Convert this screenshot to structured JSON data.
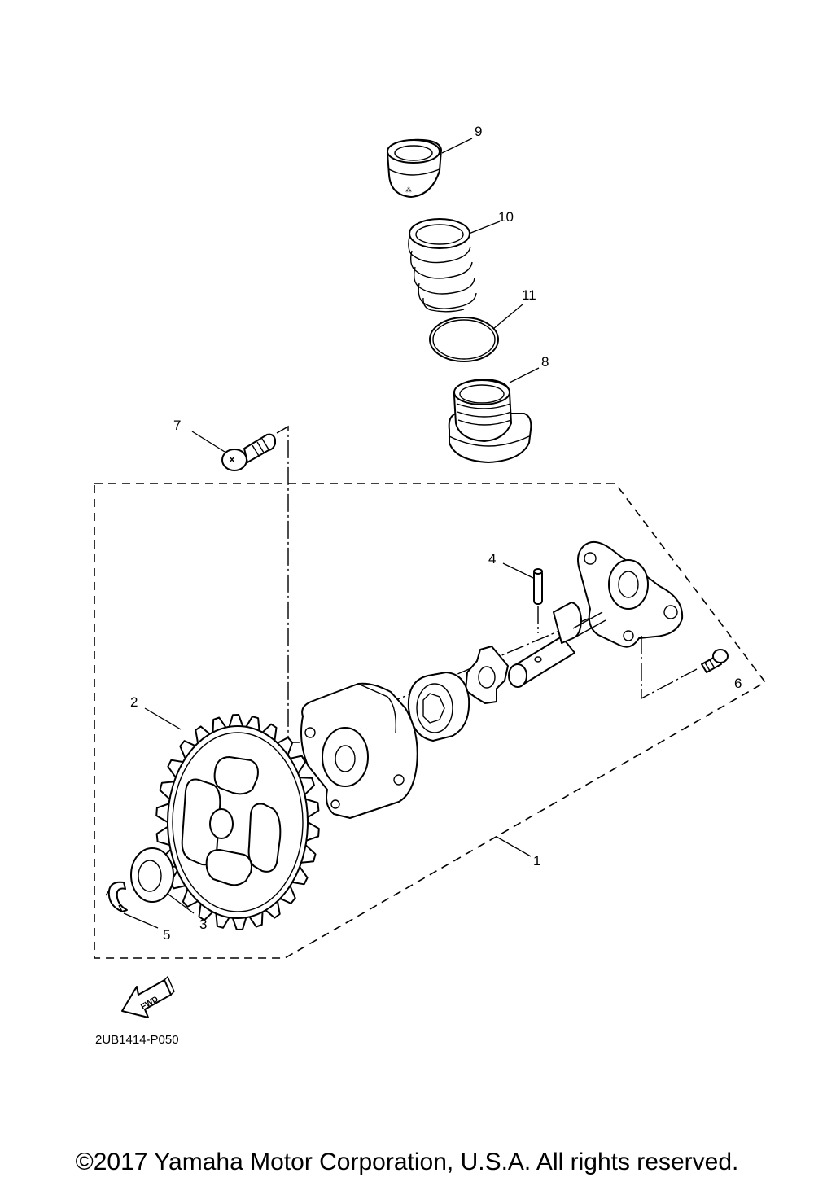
{
  "callouts": [
    {
      "id": "1",
      "label": "1"
    },
    {
      "id": "2",
      "label": "2"
    },
    {
      "id": "3",
      "label": "3"
    },
    {
      "id": "4",
      "label": "4"
    },
    {
      "id": "5",
      "label": "5"
    },
    {
      "id": "6",
      "label": "6"
    },
    {
      "id": "7",
      "label": "7"
    },
    {
      "id": "8",
      "label": "8"
    },
    {
      "id": "9",
      "label": "9"
    },
    {
      "id": "10",
      "label": "10"
    },
    {
      "id": "11",
      "label": "11"
    }
  ],
  "fwd_label": "FWD",
  "diagram_code": "2UB1414-P050",
  "copyright": "©2017 Yamaha Motor Corporation, U.S.A. All rights reserved."
}
